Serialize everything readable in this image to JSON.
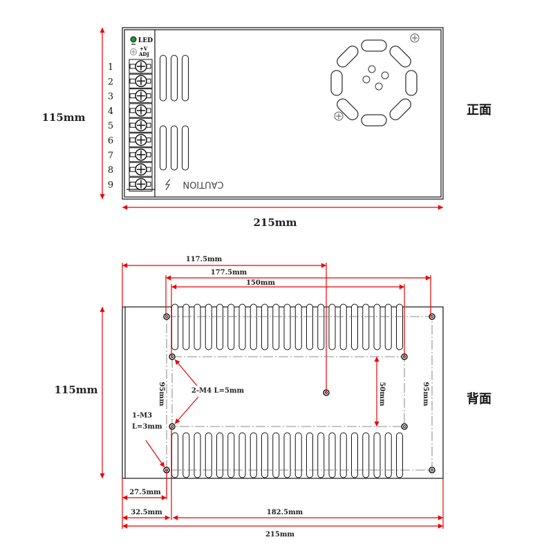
{
  "front": {
    "title": "正面",
    "height_label": "115mm",
    "width_label": "215mm",
    "led_label": "LED",
    "adj_label_1": "+V",
    "adj_label_2": "ADJ",
    "caution_label": "CAUTION",
    "terminal_numbers": [
      "1",
      "2",
      "3",
      "4",
      "5",
      "6",
      "7",
      "8",
      "9"
    ],
    "led_color": "#1a9a2a"
  },
  "back": {
    "title": "背面",
    "height_label": "115mm",
    "dim_117_5": "117.5mm",
    "dim_177_5": "177.5mm",
    "dim_150": "150mm",
    "dim_95_left": "95mm",
    "dim_95_right": "95mm",
    "dim_50": "50mm",
    "m4_label": "2-M4 L=5mm",
    "m3_label_1": "1-M3",
    "m3_label_2": "L=3mm",
    "dim_27_5": "27.5mm",
    "dim_32_5": "32.5mm",
    "dim_182_5": "182.5mm",
    "dim_215": "215mm"
  },
  "colors": {
    "dimension": "#e00000",
    "outline": "#111111"
  }
}
